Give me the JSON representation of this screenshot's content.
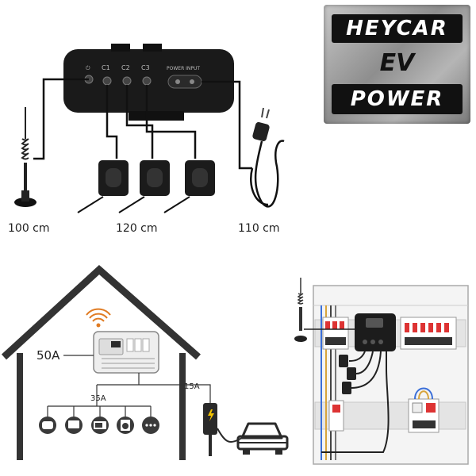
{
  "device": {
    "ports": [
      "C1",
      "C2",
      "C3"
    ],
    "power_input_label": "POWER INPUT"
  },
  "cable_lengths": {
    "antenna": "100 cm",
    "clamps": "120 cm",
    "power": "110 cm"
  },
  "logo": {
    "line1": "HEYCAR",
    "line2": "EV",
    "line3": "POWER",
    "background_color": "#9a9a9a",
    "text_color": "#111111"
  },
  "house_diagram": {
    "main_breaker": "50A",
    "household_circuit": "35A",
    "charger_circuit": "15A",
    "appliance_icons": [
      "rice-cooker-icon",
      "tv-icon",
      "microwave-icon",
      "washing-machine-icon",
      "more-icon"
    ]
  },
  "colors": {
    "device_body": "#1a1a1a",
    "cable": "#111111",
    "house_outline": "#333333"
  }
}
